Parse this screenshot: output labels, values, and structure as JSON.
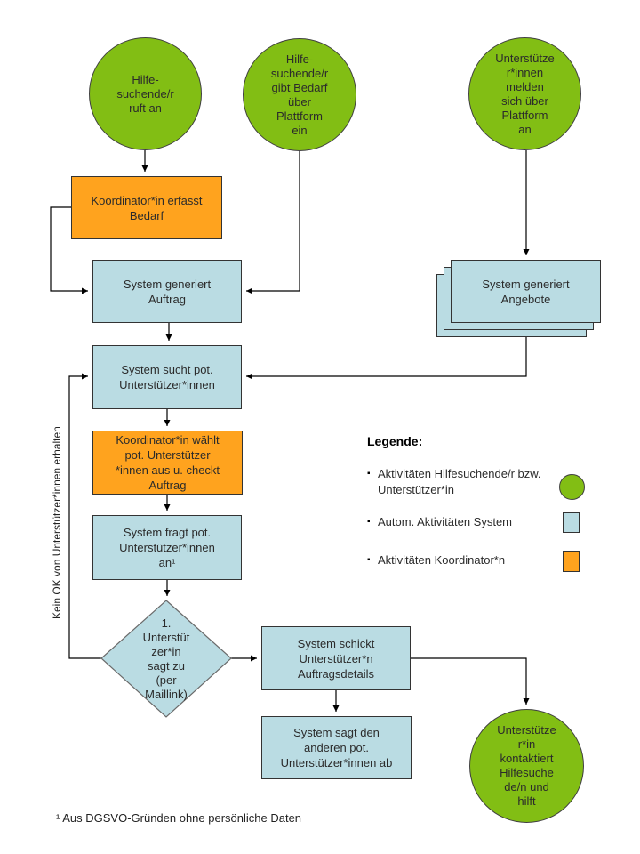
{
  "diagram": {
    "kind": "flowchart",
    "language": "de",
    "colors": {
      "actor_green": "#82BE14",
      "system_blue": "#BADCE3",
      "coordinator_orange": "#FFA31E",
      "line_black": "#000000",
      "background": "#FFFFFF"
    },
    "nodes": {
      "caller_circle": {
        "label": "Hilfe-\nsuchende/r\nruft an",
        "type": "actor"
      },
      "platform_need_circle": {
        "label": "Hilfe-\nsuchende/r\ngibt Bedarf\nüber\nPlattform\nein",
        "type": "actor"
      },
      "supporter_signup_circle": {
        "label": "Unterstütze\nr*innen\nmelden\nsich über\nPlattform\nan",
        "type": "actor"
      },
      "coordinator_records_box": {
        "label": "Koordinator*in erfasst\nBedarf",
        "type": "coordinator"
      },
      "system_generates_order_box": {
        "label": "System generiert\nAuftrag",
        "type": "system"
      },
      "system_generates_offers_box": {
        "label": "System generiert\nAngebote",
        "type": "system",
        "stacked": true
      },
      "system_searches_box": {
        "label": "System sucht pot.\nUnterstützer*innen",
        "type": "system"
      },
      "coordinator_selects_box": {
        "label": "Koordinator*in wählt\npot. Unterstützer\n*innen aus u. checkt\nAuftrag",
        "type": "coordinator"
      },
      "system_asks_box": {
        "label": "System fragt pot.\nUnterstützer*innen\nan¹",
        "type": "system"
      },
      "decision_diamond": {
        "label": "1.\nUnterstüt\nzer*in\nsagt zu\n(per\nMaillink)",
        "type": "decision"
      },
      "system_sends_details_box": {
        "label": "System schickt\nUnterstützer*n\nAuftragsdetails",
        "type": "system"
      },
      "system_cancels_box": {
        "label": "System sagt den\nanderen pot.\nUnterstützer*innen ab",
        "type": "system"
      },
      "supporter_contacts_circle": {
        "label": "Unterstütze\nr*in\nkontaktiert\nHilfesuche\nde/n und\nhilft",
        "type": "actor"
      }
    },
    "edge_label_no_ok": "Kein OK von Unterstützer*innen erhalten",
    "legend": {
      "title": "Legende:",
      "bullet": "▪",
      "items": [
        {
          "label": "Aktivitäten Hilfesuchende/r bzw.\nUnterstützer*in",
          "shape": "green-circle"
        },
        {
          "label": "Autom. Aktivitäten System",
          "shape": "blue-box"
        },
        {
          "label": "Aktivitäten Koordinator*n",
          "shape": "orange-box"
        }
      ]
    },
    "footnote": "¹ Aus DGSVO-Gründen ohne persönliche Daten"
  }
}
